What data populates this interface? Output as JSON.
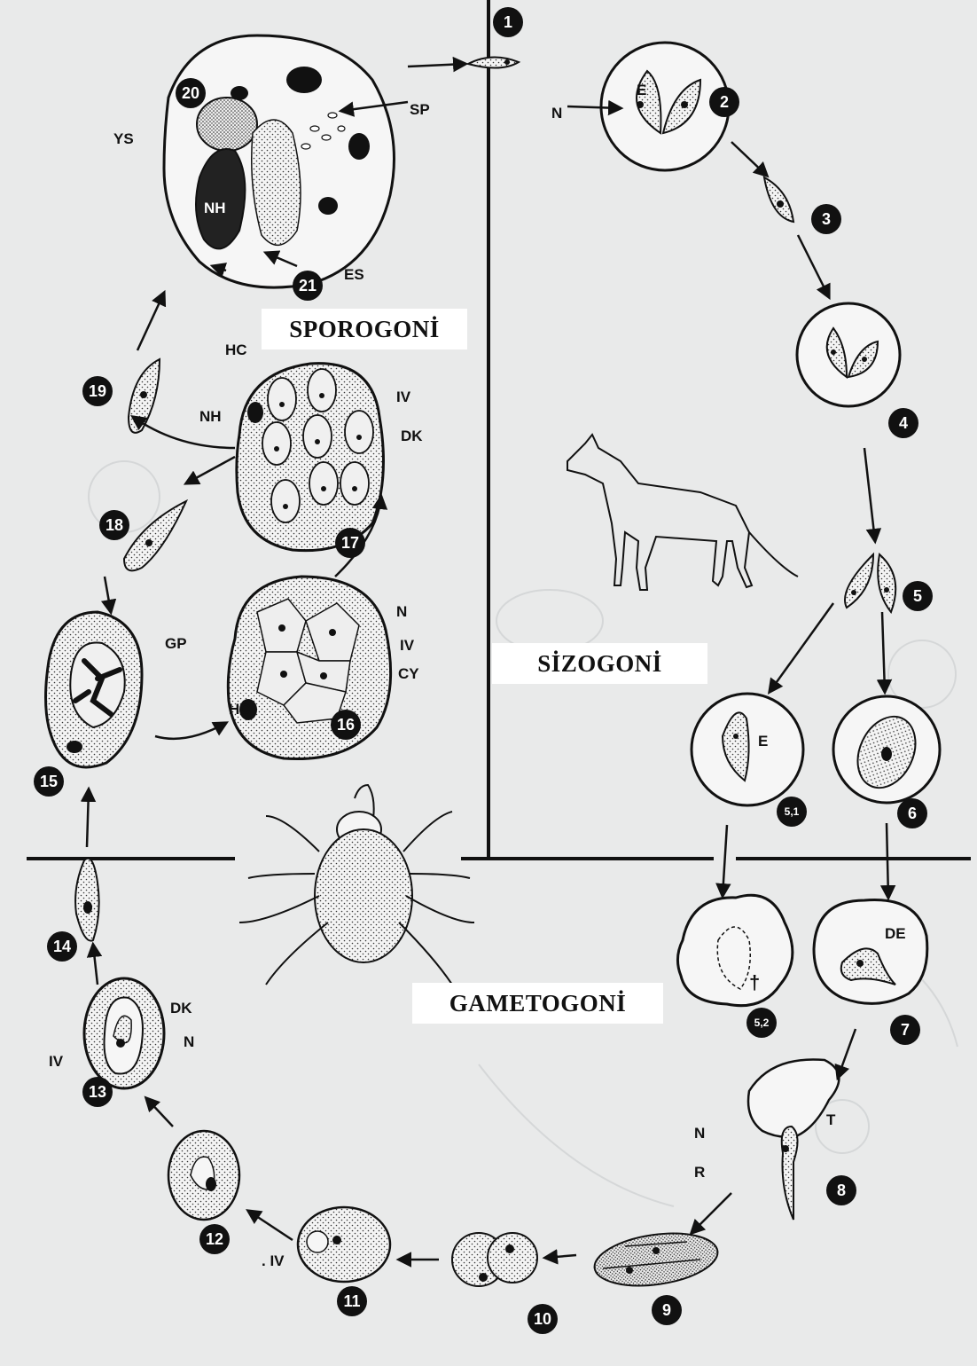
{
  "sections": {
    "sporogony": "SPOROGONİ",
    "schizogony": "SİZOGONİ",
    "gametogony": "GAMETOGONİ"
  },
  "stage_numbers": [
    "1",
    "2",
    "3",
    "4",
    "5",
    "5,1",
    "5,2",
    "6",
    "7",
    "8",
    "9",
    "10",
    "11",
    "12",
    "13",
    "14",
    "15",
    "16",
    "17",
    "18",
    "19",
    "20",
    "21"
  ],
  "labels": {
    "E": "E",
    "N": "N",
    "SP": "SP",
    "YS": "YS",
    "NH": "NH",
    "ES": "ES",
    "HC": "HC",
    "IV": "IV",
    "DK": "DK",
    "CY": "CY",
    "GP": "GP",
    "DE": "DE",
    "T": "T",
    "R": "R",
    "IV_dot": ". IV",
    "dagger": "†"
  },
  "colors": {
    "background": "#e9eaea",
    "ink": "#111111",
    "label_box": "#ffffff",
    "stipple": "#222222"
  }
}
